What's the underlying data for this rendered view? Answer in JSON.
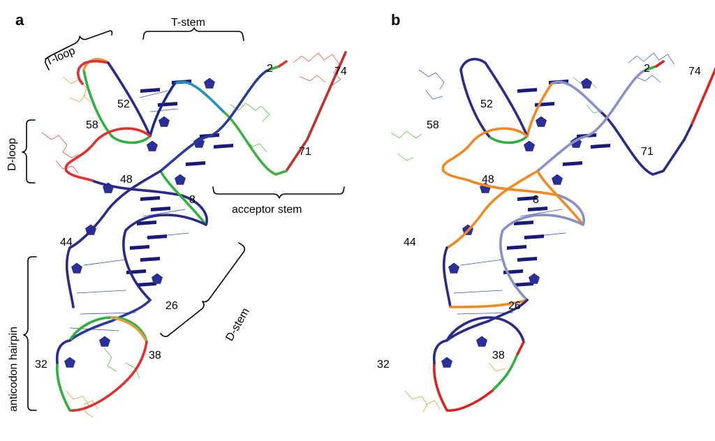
{
  "panels": [
    {
      "letter": "a",
      "numbers": {
        "n2": "2",
        "n74": "74",
        "n52": "52",
        "n58": "58",
        "n71": "71",
        "n48": "48",
        "n8": "8",
        "n44": "44",
        "n26": "26",
        "n32": "32",
        "n38": "38"
      },
      "regions": {
        "t_loop": "T-loop",
        "t_stem": "T-stem",
        "d_loop": "D-loop",
        "acceptor_stem": "acceptor stem",
        "anticodon_hairpin": "anticodon hairpin",
        "d_stem": "D-stem"
      },
      "colors": {
        "high": "#e03030",
        "mid_high": "#d0a030",
        "mid": "#30b040",
        "mid_low": "#2090c0",
        "low": "#2a2a8a"
      }
    },
    {
      "letter": "b",
      "numbers": {
        "n2": "2",
        "n74": "74",
        "n52": "52",
        "n58": "58",
        "n71": "71",
        "n48": "48",
        "n8": "8",
        "n44": "44",
        "n26": "26",
        "n32": "32",
        "n38": "38"
      },
      "colors": {
        "orange": "#f08a20",
        "red": "#e02020",
        "green": "#30b040",
        "navy": "#2a2a8a",
        "lavender": "#8890c8"
      }
    }
  ]
}
